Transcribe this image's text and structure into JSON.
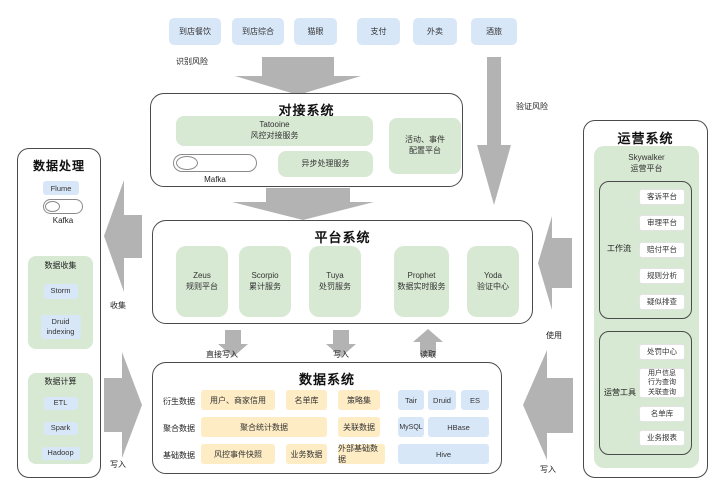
{
  "colors": {
    "channel_blue": "#d8e7f8",
    "service_green": "#d7e8d3",
    "data_yellow": "#fdecc4",
    "storage_blue": "#d8e7f8",
    "arrow_gray": "#b3b3b3"
  },
  "channels": [
    "到店餐饮",
    "到店综合",
    "猫眼",
    "支付",
    "外卖",
    "酒旅"
  ],
  "flow_labels": {
    "identify": "识别风险",
    "verify": "验证风险",
    "collect": "收集",
    "write_left": "写入",
    "direct_write": "直接写入",
    "write_mid": "写入",
    "read": "读取",
    "use": "使用",
    "write_right": "写入"
  },
  "docking_system": {
    "title": "对接系统",
    "tatooine_name": "Tatooine",
    "tatooine_desc": "风控对接服务",
    "async_service": "异步处理服务",
    "event_line1": "活动、事件",
    "event_line2": "配置平台",
    "mq": "Mafka"
  },
  "platform_system": {
    "title": "平台系统",
    "services": [
      {
        "name": "Zeus",
        "desc": "规则平台"
      },
      {
        "name": "Scorpio",
        "desc": "累计服务"
      },
      {
        "name": "Tuya",
        "desc": "处罚服务"
      },
      {
        "name": "Prophet",
        "desc": "数据实时服务"
      },
      {
        "name": "Yoda",
        "desc": "验证中心"
      }
    ]
  },
  "data_system": {
    "title": "数据系统",
    "rows": [
      {
        "label": "衍生数据",
        "items": [
          "用户、商家信用",
          "名单库",
          "策略集"
        ],
        "storage": [
          "Tair",
          "Druid",
          "ES"
        ]
      },
      {
        "label": "聚合数据",
        "items": [
          "聚合统计数据",
          "关联数据"
        ],
        "storage": [
          "MySQL",
          "HBase"
        ]
      },
      {
        "label": "基础数据",
        "items": [
          "风控事件快照",
          "业务数据",
          "外部基础数据"
        ],
        "storage": [
          "Hive"
        ]
      }
    ]
  },
  "data_processing": {
    "title": "数据处理",
    "ingest": "Flume",
    "mq": "Kafka",
    "groups": [
      {
        "label": "数据收集",
        "items": [
          "Storm",
          "Druid indexing"
        ]
      },
      {
        "label": "数据计算",
        "items": [
          "ETL",
          "Spark",
          "Hadoop"
        ]
      }
    ]
  },
  "operation_system": {
    "title": "运营系统",
    "platform_line1": "Skywalker",
    "platform_line2": "运营平台",
    "groups": [
      {
        "label": "工作流",
        "items": [
          "客诉平台",
          "审理平台",
          "赔付平台",
          "规则分析",
          "疑似排查"
        ]
      },
      {
        "label": "运营工具",
        "items": [
          "处罚中心",
          "用户信息\n行为查询\n关联查询",
          "名单库",
          "业务报表"
        ]
      }
    ]
  }
}
